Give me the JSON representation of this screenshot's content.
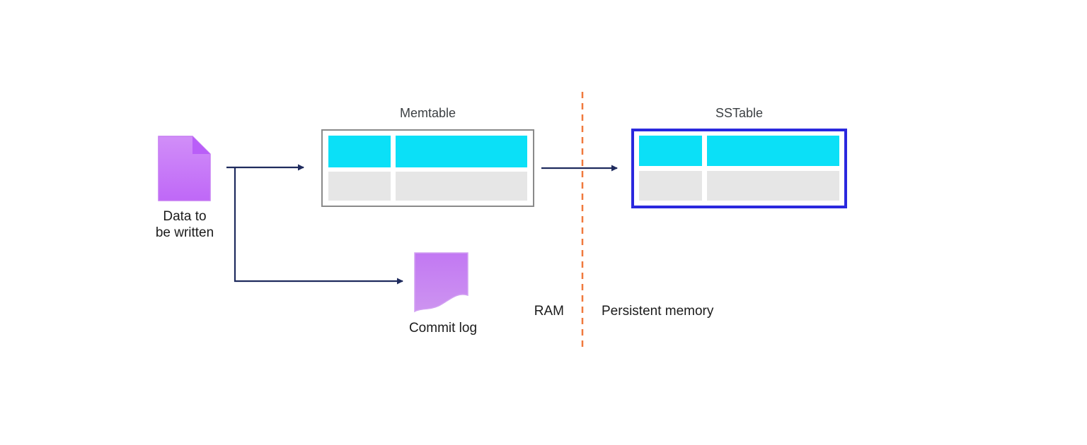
{
  "nodes": {
    "data_source": {
      "label_line1": "Data to",
      "label_line2": "be written"
    },
    "memtable": {
      "title": "Memtable"
    },
    "sstable": {
      "title": "SSTable"
    },
    "commit_log": {
      "label": "Commit log"
    }
  },
  "regions": {
    "ram_label": "RAM",
    "persistent_label": "Persistent memory"
  },
  "colors": {
    "row_top": "#0be0f7",
    "row_bottom": "#e6e6e6",
    "memtable_border": "#8a8a8a",
    "sstable_border": "#2a28de",
    "arrow": "#1f2b5e",
    "divider": "#f0793d",
    "doc_fill_top": "#d18ef8",
    "doc_fill_bottom": "#bf68f7",
    "doc_fold": "#b95ef8",
    "doc_stroke": "#c57cf2",
    "log_fill_top": "#c278f3",
    "log_fill_bottom": "#cd94f0",
    "log_stroke": "#d2a0f2"
  }
}
